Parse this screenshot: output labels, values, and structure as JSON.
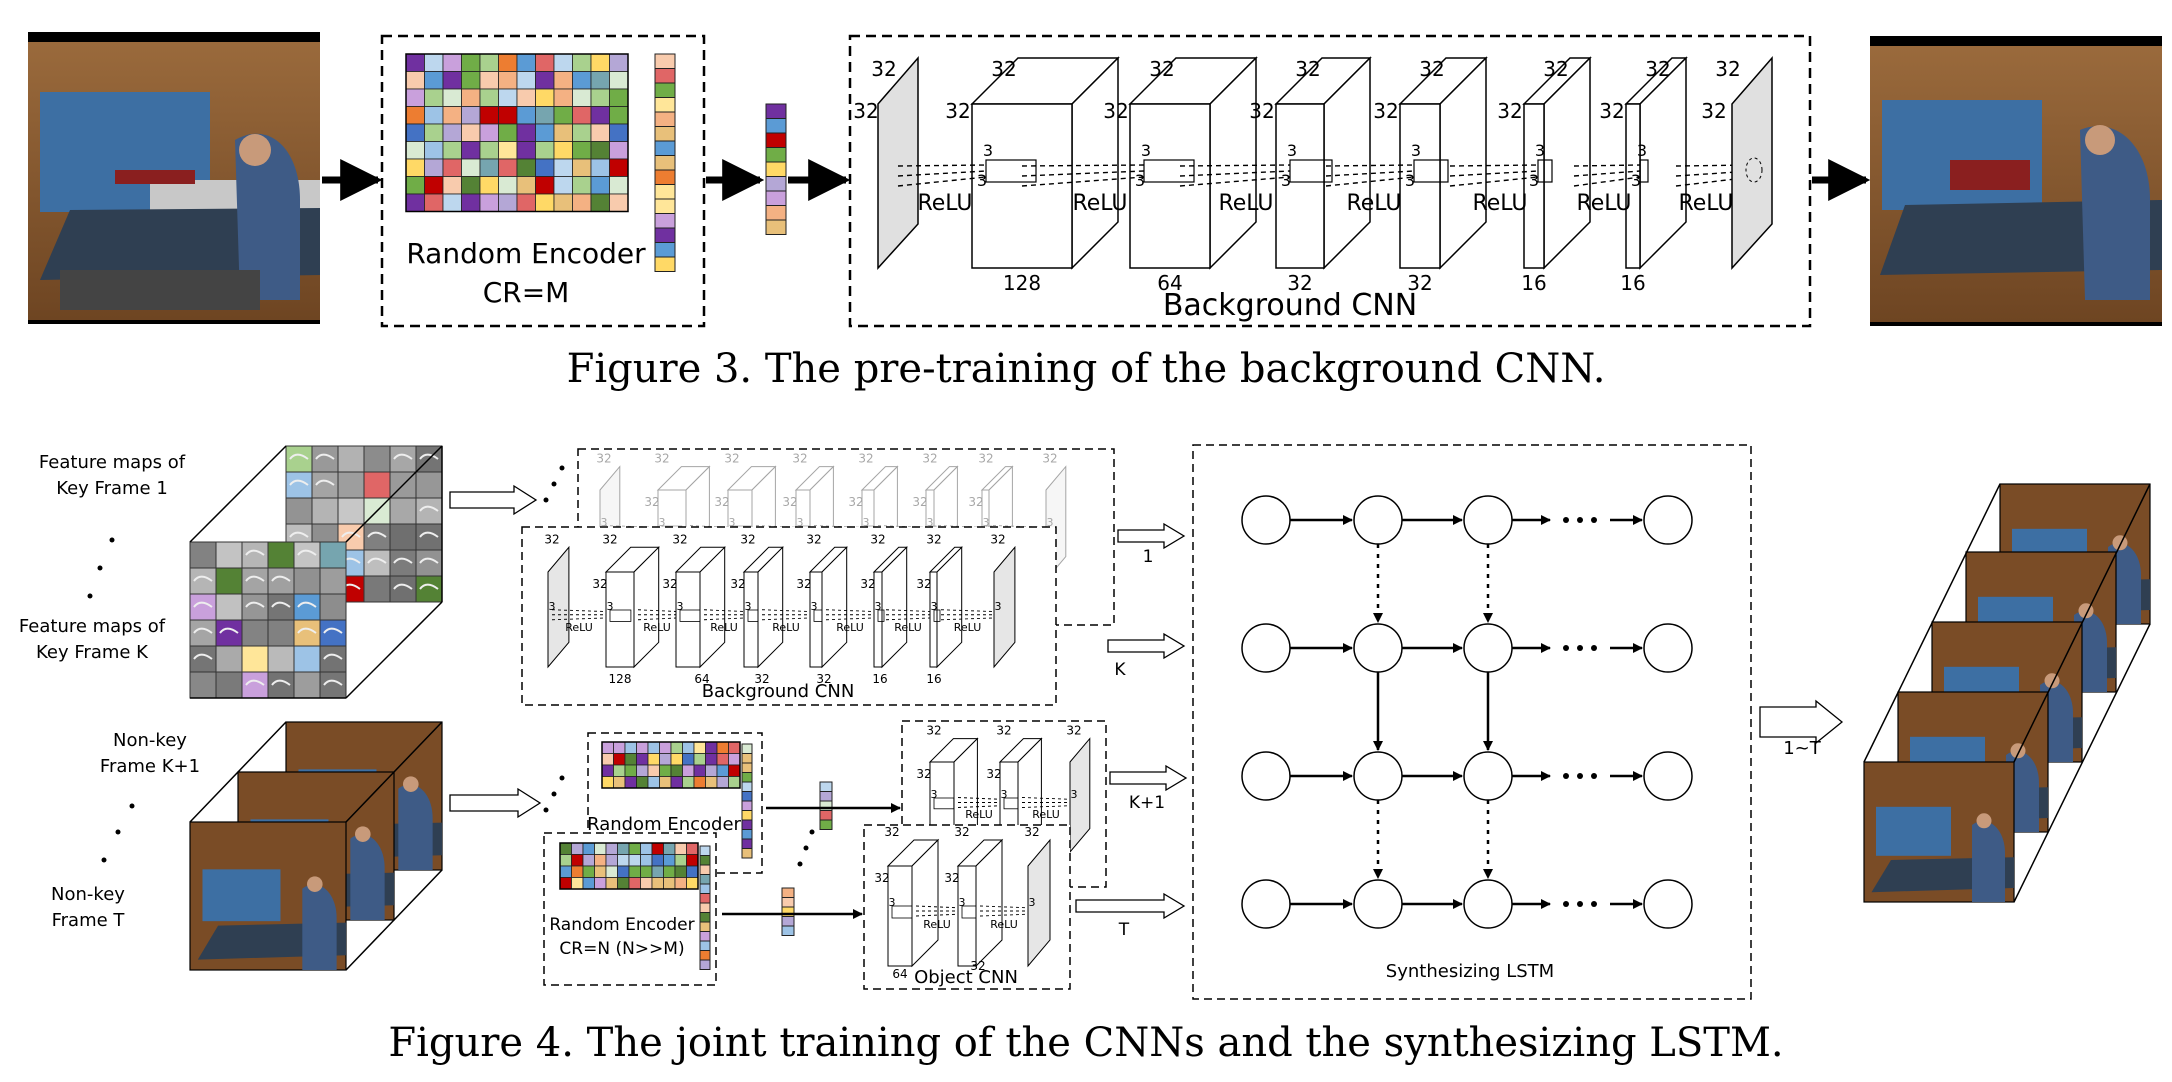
{
  "figure3": {
    "caption": "Figure 3. The pre-training of the background CNN.",
    "encoder_title": "Random Encoder",
    "encoder_cr": "CR=M",
    "cnn_title": "Background CNN",
    "in_label": "32",
    "relu": "ReLU",
    "k3": "3",
    "layers": [
      {
        "top": "32",
        "depth": "128"
      },
      {
        "top": "32",
        "depth": "64"
      },
      {
        "top": "32",
        "depth": "32"
      },
      {
        "top": "32",
        "depth": "32"
      },
      {
        "top": "32",
        "depth": "16"
      },
      {
        "top": "32",
        "depth": "16"
      }
    ],
    "out_label": "32"
  },
  "figure4": {
    "caption": "Figure 4. The joint training of the CNNs and the synthesizing LSTM.",
    "fm_key1": [
      "Feature maps of",
      "Key Frame 1"
    ],
    "fm_keyK": [
      "Feature maps of",
      "Key Frame K"
    ],
    "nk_k1": [
      "Non-key",
      "Frame K+1"
    ],
    "nk_T": [
      "Non-key",
      "Frame T"
    ],
    "bg_cnn_title": "Background CNN",
    "obj_cnn_title": "Object CNN",
    "re_title": "Random Encoder",
    "re2_title": "Random Encoder",
    "re2_cr": "CR=N (N>>M)",
    "lstm_title": "Synthesizing LSTM",
    "arrow_labels": [
      "1",
      "K",
      "K+1",
      "T"
    ],
    "out_label": "1~T",
    "small_labels": {
      "s32": "32",
      "s3": "3",
      "relu": "ReLU",
      "d128": "128",
      "d64": "64",
      "d32": "32",
      "d16": "16"
    }
  },
  "colors": {
    "grid": [
      "#e8c07a",
      "#5b9bd5",
      "#c9a0dc",
      "#f4b183",
      "#70ad47",
      "#ffd966",
      "#9dc3e6",
      "#c00000",
      "#a9d18e",
      "#7030a0",
      "#ed7d31",
      "#bdd7ee",
      "#4472c4",
      "#f8cbad",
      "#548235",
      "#b4a7d6",
      "#ffe699",
      "#e06666",
      "#76a5af",
      "#d9ead3"
    ]
  }
}
